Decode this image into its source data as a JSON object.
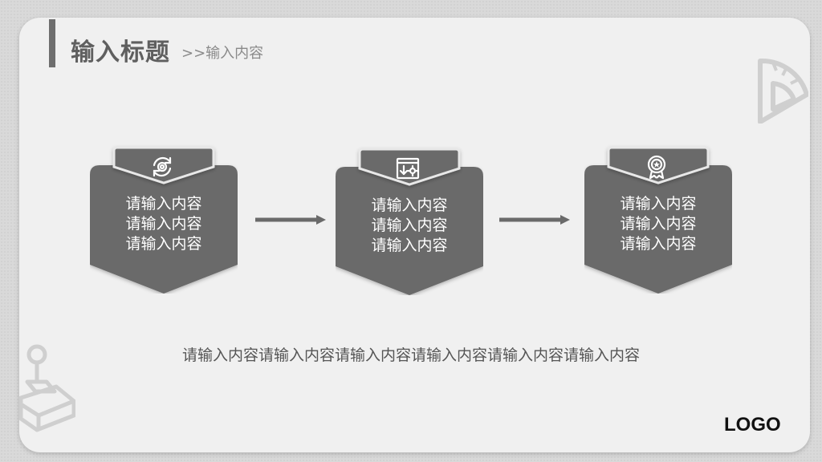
{
  "header": {
    "title": "输入标题",
    "subtitle": ">>输入内容"
  },
  "steps": [
    {
      "icon": "refresh-gear-icon",
      "lines": [
        "请输入内容",
        "请输入内容",
        "请输入内容"
      ]
    },
    {
      "icon": "download-settings-window-icon",
      "lines": [
        "请输入内容",
        "请输入内容",
        "请输入内容"
      ]
    },
    {
      "icon": "award-medal-icon",
      "lines": [
        "请输入内容",
        "请输入内容",
        "请输入内容"
      ]
    }
  ],
  "description": "请输入内容请输入内容请输入内容请输入内容请输入内容请输入内容",
  "logo": "LOGO",
  "colors": {
    "block": "#6a6a6a",
    "tab": "#6a6a6a",
    "card": "#f0f0f0",
    "text": "#555555"
  }
}
